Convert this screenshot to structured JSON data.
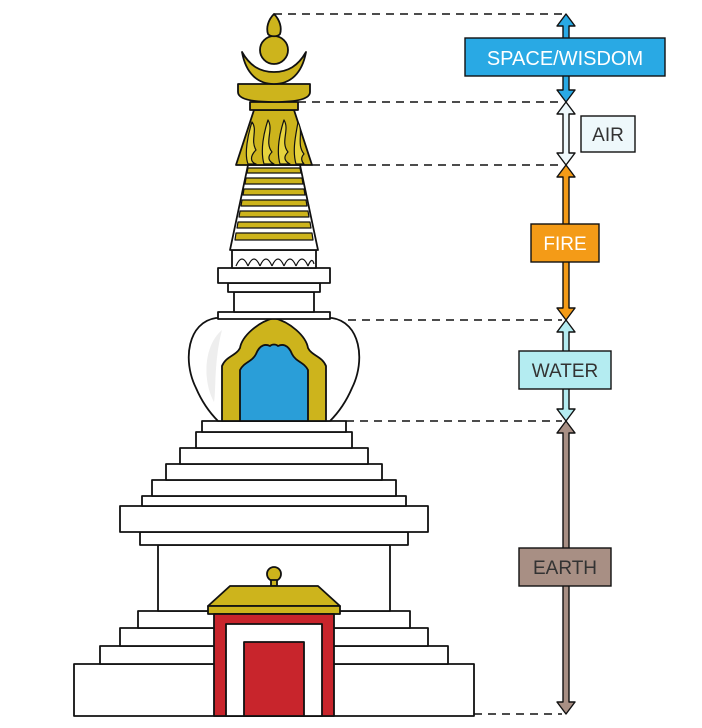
{
  "labels": {
    "space": "SPACE/WISDOM",
    "air": "AIR",
    "fire": "FIRE",
    "water": "WATER",
    "earth": "EARTH"
  },
  "colors": {
    "space": "#29a9e4",
    "air": "#eef8fb",
    "fire": "#f49b17",
    "water": "#b4ecf1",
    "earth": "#a88f84",
    "gold": "#c9b01a",
    "gold_light": "#e6d33d",
    "blue_niche": "#2a9ed8",
    "door_red": "#c8252c",
    "outline": "#111111",
    "stupa_white": "#ffffff",
    "shade": "#f0f0f0"
  }
}
